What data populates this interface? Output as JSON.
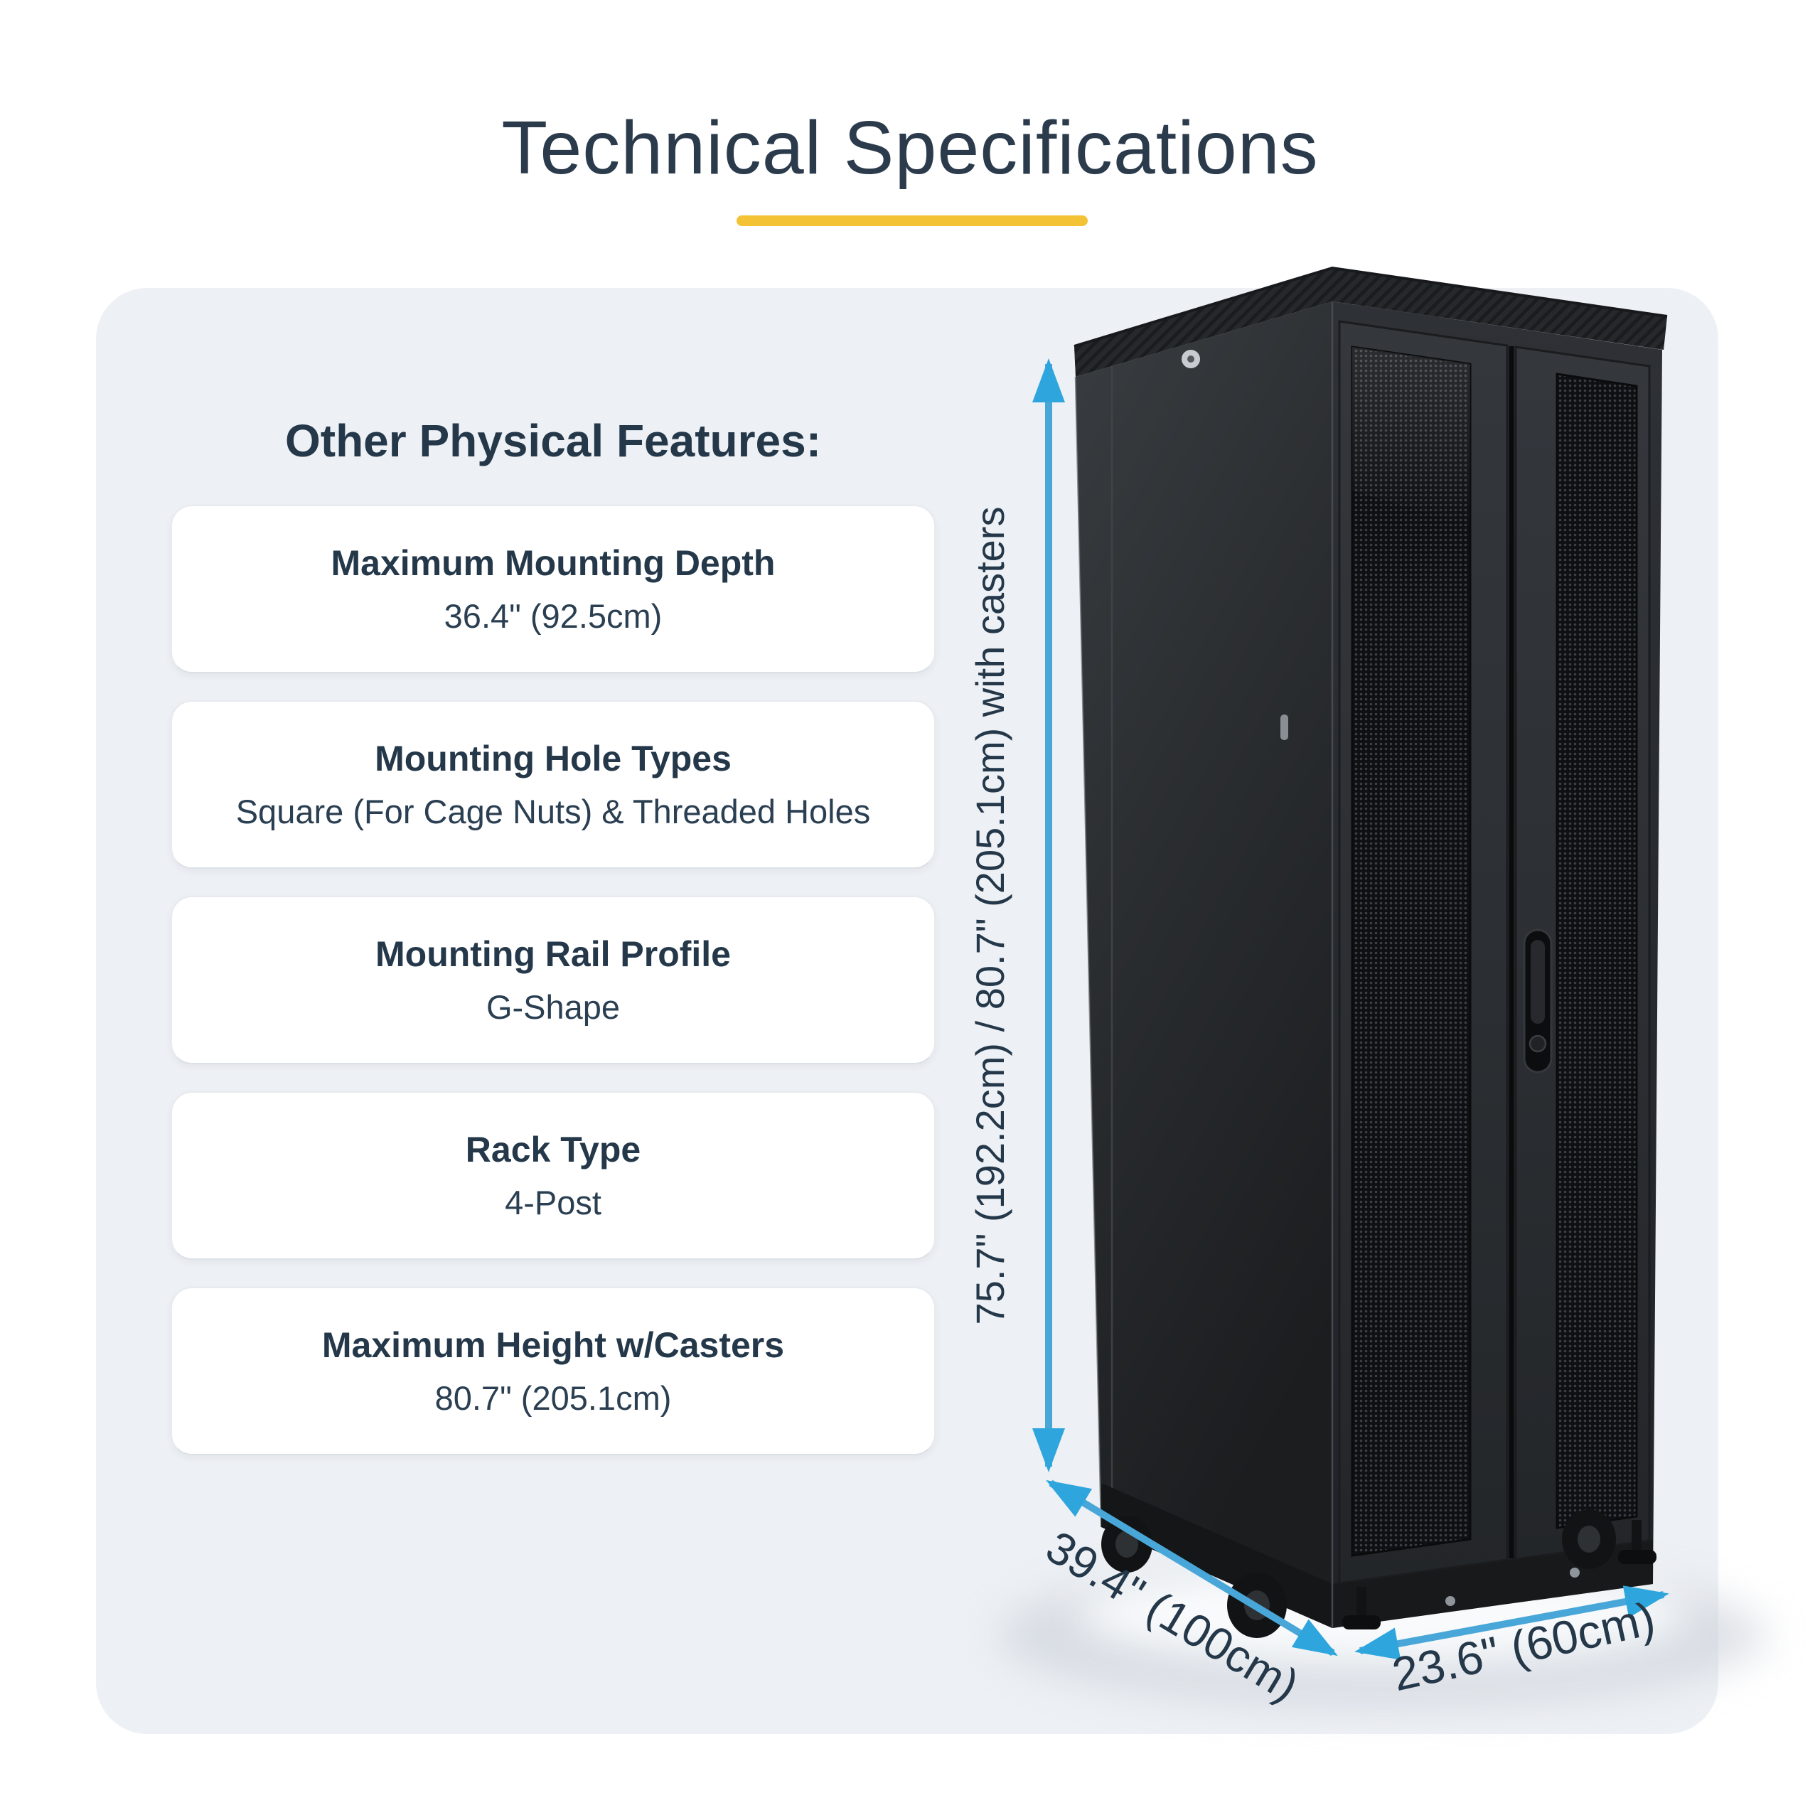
{
  "page": {
    "title": "Technical Specifications"
  },
  "accents": {
    "underline_color": "#F3C235",
    "arrow_color": "#48A7D8",
    "panel_color": "#EDF0F4",
    "text_color": "#24384A"
  },
  "features": {
    "heading": "Other Physical Features:",
    "cards": [
      {
        "title": "Maximum Mounting Depth",
        "value": "36.4\" (92.5cm)"
      },
      {
        "title": "Mounting Hole Types",
        "value": "Square (For Cage Nuts) & Threaded Holes"
      },
      {
        "title": "Mounting Rail Profile",
        "value": "G-Shape"
      },
      {
        "title": "Rack Type",
        "value": "4-Post"
      },
      {
        "title": "Maximum Height w/Casters",
        "value": "80.7\" (205.1cm)"
      }
    ]
  },
  "dimensions": {
    "height_label": "75.7\" (192.2cm) / 80.7\" (205.1cm) with casters",
    "depth_label": "39.4\" (100cm)",
    "width_label": "23.6\" (60cm)"
  }
}
